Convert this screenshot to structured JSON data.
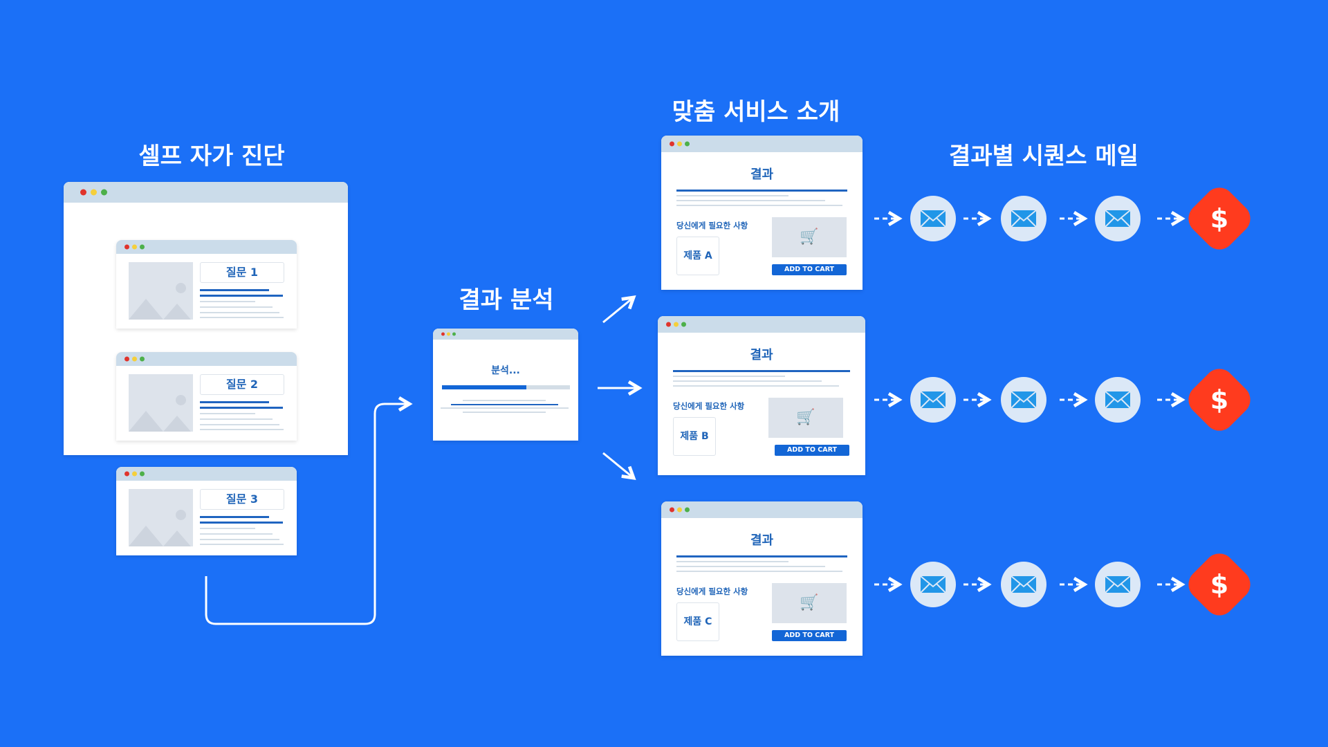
{
  "headings": {
    "self_diagnosis": "셀프 자가 진단",
    "analysis": "결과 분석",
    "service": "맞춤 서비스 소개",
    "sequence": "결과별 시퀀스 메일"
  },
  "questions": [
    "질문 1",
    "질문 2",
    "질문 3"
  ],
  "analysis": {
    "label": "분석...",
    "progress_percent": 66
  },
  "results": [
    {
      "title": "결과",
      "need": "당신에게 필요한 사항",
      "product": "제품 A",
      "button": "ADD TO CART"
    },
    {
      "title": "결과",
      "need": "당신에게 필요한 사항",
      "product": "제품 B",
      "button": "ADD TO CART"
    },
    {
      "title": "결과",
      "need": "당신에게 필요한 사항",
      "product": "제품 C",
      "button": "ADD TO CART"
    }
  ],
  "sequence": {
    "emails_per_row": 3,
    "end_symbol": "$",
    "end_icon": "dollar-icon",
    "mail_icon": "envelope-icon"
  },
  "colors": {
    "background": "#1b70f7",
    "accent_blue": "#1f64b8",
    "button": "#1366d6",
    "dollar": "#ff3b1e"
  }
}
